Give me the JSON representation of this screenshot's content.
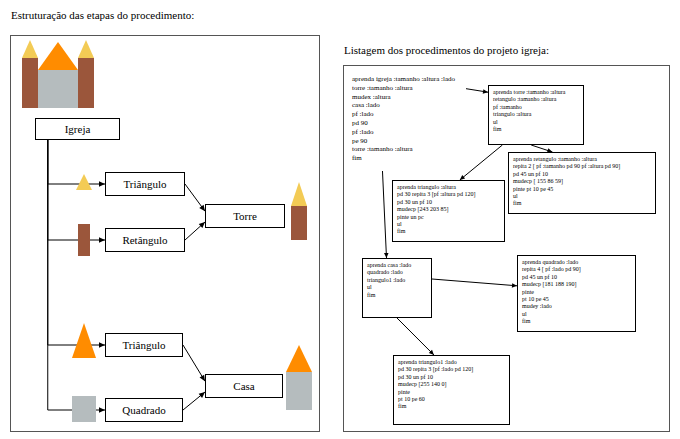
{
  "diagram": {
    "nodes": [
      {
        "text": [
          "Estruturação das etapas do procedimento:"
        ]
      },
      {
        "text": [
          "Igreja"
        ],
        "in": 0
      },
      {
        "text": [
          "Triângulo"
        ],
        "in": 0
      },
      {
        "text": [
          "Retângulo"
        ],
        "in": 0
      },
      {
        "text": [
          "Torre"
        ],
        "in": 0
      },
      {
        "text": [
          "Triângulo"
        ],
        "in": 0
      },
      {
        "text": [
          "Quadrado"
        ],
        "in": 0
      },
      {
        "text": [
          "Casa"
        ],
        "in": 0
      },
      {
        "text": [
          "Listagem dos procedimentos do projeto igreja:"
        ]
      },
      {
        "text": [
          "aprenda igreja :tamanho :altura :lado",
          "torre :tamanho :altura",
          "mudex :altura",
          "casa :lado",
          "pf :lado",
          "pd 90",
          "pf :lado",
          "pe 90",
          "torre :tamanho :altura",
          "fim"
        ],
        "in": 8
      },
      {
        "text": [
          "aprenda torre :tamanho :altura",
          "retangulo :tamanho :altura",
          "pf :tamanho",
          "triangulo :altura",
          "ul",
          "fim"
        ],
        "in": 8
      },
      {
        "text": [
          "aprenda retangulo :tamanho :altura",
          "repita 2 [ pf :tamanho pd 90 pf :altura pd 90]",
          "pd 45 un pf 10",
          "mudecp [ 155 86 59]",
          "pinte pt 10 pe 45",
          "ul",
          "fim"
        ],
        "in": 8
      },
      {
        "text": [
          "aprenda triangulo :altura",
          "pd 30 repita 3 [pf :altura pd 120]",
          "pd 30 un pf 10",
          "mudecp [243 203 85]",
          "pinte un pc",
          "ul",
          "fim"
        ],
        "in": 8
      },
      {
        "text": [
          "aprenda casa :lado",
          "quadrado :lado",
          "triangulo1 :lado",
          "ul",
          "fim"
        ],
        "in": 8
      },
      {
        "text": [
          "aprenda quadrado :lado",
          "repita 4 [ pf :lado pd 90]",
          "pd 45 un pf 10",
          "mudecp [181 188 190]",
          "pinte",
          "pt 10 pe 45",
          "mudey :lado",
          "ul",
          "fim"
        ],
        "in": 8
      },
      {
        "text": [
          "aprenda triangulo1 :lado",
          "pd 30 repita 3 [pf :lado pd 120]",
          "pd 30 un pf 10",
          "mudecp [255 140 0]",
          "pinte",
          "pt 10 pe 60",
          "fim"
        ],
        "in": 8
      }
    ],
    "edges": [
      {
        "from": 1,
        "to": 2,
        "arrow": "to"
      },
      {
        "from": 1,
        "to": 3,
        "arrow": "to"
      },
      {
        "from": 1,
        "to": 5,
        "arrow": "to"
      },
      {
        "from": 1,
        "to": 6,
        "arrow": "to"
      },
      {
        "from": 2,
        "to": 4,
        "arrow": "to"
      },
      {
        "from": 3,
        "to": 4,
        "arrow": "to"
      },
      {
        "from": 5,
        "to": 7,
        "arrow": "to"
      },
      {
        "from": 6,
        "to": 7,
        "arrow": "to"
      },
      {
        "from": 9,
        "to": 10,
        "arrow": "to"
      },
      {
        "from": 9,
        "to": 13,
        "arrow": "to"
      },
      {
        "from": 10,
        "to": 11,
        "arrow": "to"
      },
      {
        "from": 10,
        "to": 12,
        "arrow": "to"
      },
      {
        "from": 13,
        "to": 14,
        "arrow": "to"
      },
      {
        "from": 13,
        "to": 15,
        "arrow": "to"
      }
    ]
  }
}
